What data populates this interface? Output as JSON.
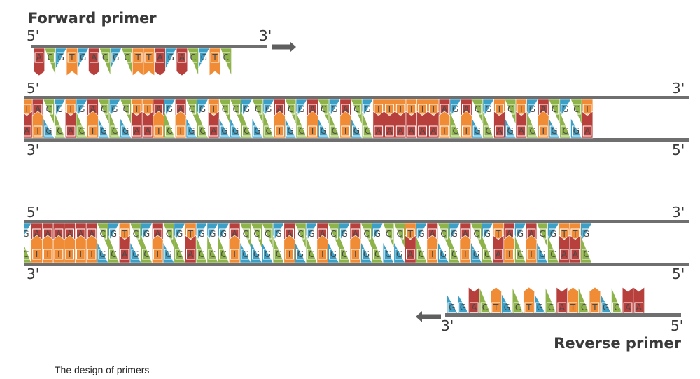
{
  "title_forward": "Forward primer",
  "title_reverse": "Reverse primer",
  "caption": "The design of primers",
  "end_5": "5'",
  "end_3": "3'",
  "colors": {
    "A": "#b8403c",
    "C": "#8db34a",
    "G": "#3c9fc6",
    "T": "#f08c35",
    "backbone": "#6f6f6f",
    "letter": "#4a4a4a",
    "arrow": "#5f5f5f"
  },
  "forward_primer": "ACGTGACGCTTAGACGTC",
  "reverse_primer": "GGACTGCTGCATCTGCAA",
  "duplex1": {
    "top": "TACGTGACGCTTAGACGTCCGCGACGACGACGTTTTTTAGACGTCTGACGCT",
    "bottom": "ATGCACTGCGAATCTGCAGGCGCTGCTGCTGCAAAAAATCTGCAGACTGCGA"
  },
  "duplex2": {
    "top": "GAAAAAACGTCGACGTGGGACCCGACGACGACGCCTGACGACGTAGACGTTG",
    "bottom": "CTTTTTTGCAGCTGCACCCTGGGCTGCTGCTGCGGACTGCTGCATCTGCAAC"
  }
}
